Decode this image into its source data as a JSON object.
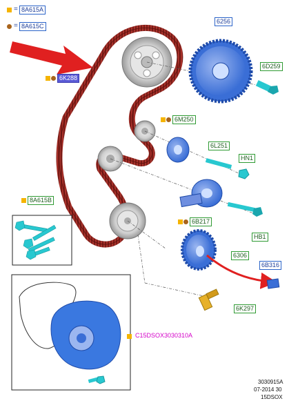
{
  "legend": {
    "square_symbol_label": "8A615A",
    "dot_symbol_label": "8A615C",
    "equals": "="
  },
  "callouts": {
    "camshaft_sprocket": "6256",
    "camshaft_bolt": "6D259",
    "timing_belt": "6K288",
    "tensioner_pulley": "6M250",
    "tensioner_stud": "6L251",
    "tensioner_nut": "HN1",
    "idler_pulley": "6B217",
    "idler_bolt": "HB1",
    "bolt_kit": "8A615B",
    "crank_sprocket": "6306",
    "crank_key": "6B316",
    "timing_pin": "6K297",
    "water_pump": "C15DSOX3030310A"
  },
  "footer": {
    "line1": "3030915A",
    "line2": "07-2014 30",
    "line3": "15DSOX"
  },
  "colors": {
    "belt": "#a8322b",
    "part_blue": "#3a78e0",
    "part_light_blue": "#9bb6f0",
    "bolt_cyan": "#28c8d0",
    "gold": "#e7b12a",
    "arrow_red": "#e02020"
  }
}
